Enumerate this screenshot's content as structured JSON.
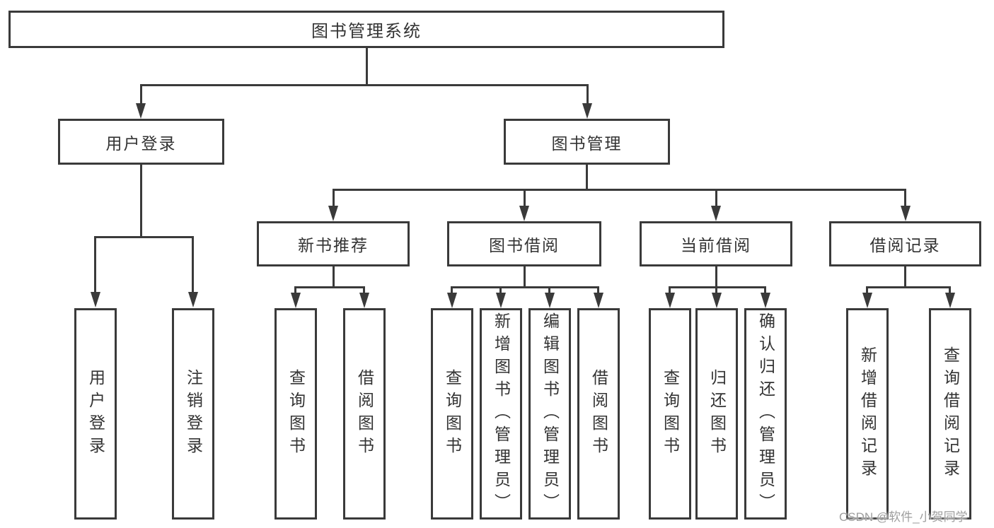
{
  "tree": {
    "root": {
      "label": "图书管理系统"
    },
    "level2": [
      {
        "label": "用户登录",
        "children": [
          {
            "label": "用户登录"
          },
          {
            "label": "注销登录"
          }
        ]
      },
      {
        "label": "图书管理",
        "children": [
          {
            "label": "新书推荐",
            "children": [
              {
                "label": "查询图书"
              },
              {
                "label": "借阅图书"
              }
            ]
          },
          {
            "label": "图书借阅",
            "children": [
              {
                "label": "查询图书"
              },
              {
                "label": "新增图书（管理员）"
              },
              {
                "label": "编辑图书（管理员）"
              },
              {
                "label": "借阅图书"
              }
            ]
          },
          {
            "label": "当前借阅",
            "children": [
              {
                "label": "查询图书"
              },
              {
                "label": "归还图书"
              },
              {
                "label": "确认归还（管理员）"
              }
            ]
          },
          {
            "label": "借阅记录",
            "children": [
              {
                "label": "新增借阅记录"
              },
              {
                "label": "查询借阅记录"
              }
            ]
          }
        ]
      }
    ]
  },
  "watermark": "CSDN @软件_小贺同学",
  "colors": {
    "line": "#3a3a3a",
    "text": "#333333",
    "watermark": "#9e9e9e",
    "bg": "#ffffff"
  }
}
